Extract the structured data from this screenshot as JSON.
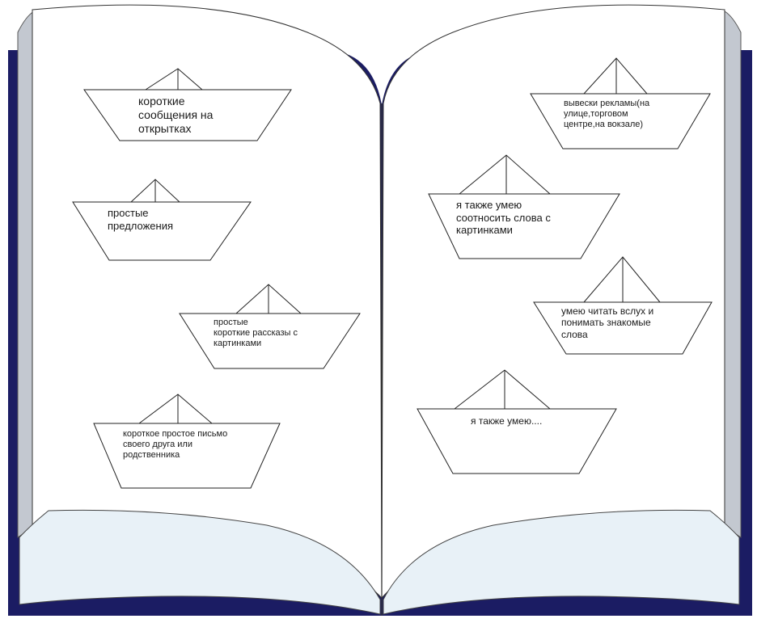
{
  "left_page": {
    "boats": [
      {
        "id": "boat-1",
        "text": "короткие\nсообщения на\nоткрытках"
      },
      {
        "id": "boat-2",
        "text": "простые\nпредложения"
      },
      {
        "id": "boat-3",
        "text": "простые\nкороткие рассказы с\nкартинками"
      },
      {
        "id": "boat-4",
        "text": "короткое простое письмо\n своего друга или\nродственника"
      }
    ]
  },
  "right_page": {
    "boats": [
      {
        "id": "boat-5",
        "text": "вывески рекламы(на\nулице,торговом\nцентре,на вокзале)"
      },
      {
        "id": "boat-6",
        "text": "я также умею\nсоотносить слова с\nкартинками"
      },
      {
        "id": "boat-7",
        "text": "умею читать вслух и\nпонимать знакомые\nслова"
      },
      {
        "id": "boat-8",
        "text": "я также умею...."
      }
    ]
  },
  "colors": {
    "cover": "#1b1c63",
    "page": "#ffffff",
    "page_edge": "#c3c8d0",
    "bottom_band": "#e8f1f7",
    "outline": "#333333"
  }
}
